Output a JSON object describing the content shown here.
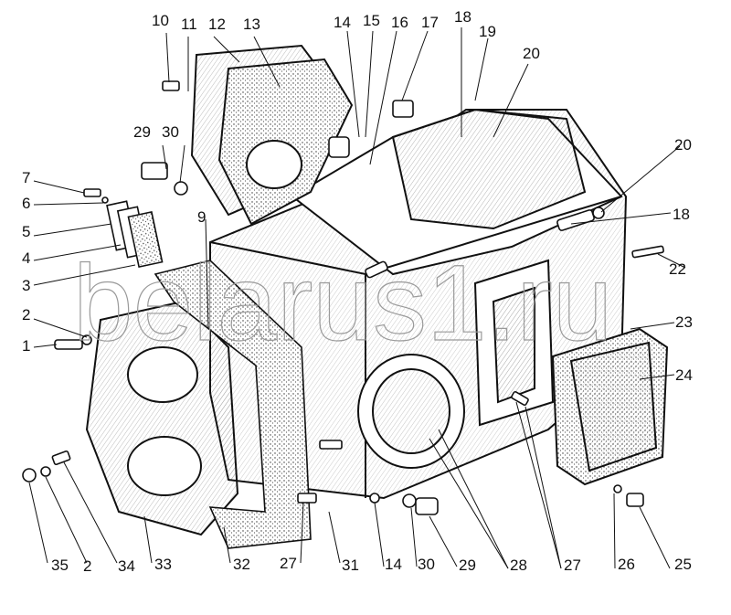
{
  "figure": {
    "subject": "Transmission housing exploded view",
    "watermark": "belarus1.ru",
    "callouts": [
      "10",
      "11",
      "12",
      "13",
      "14",
      "15",
      "16",
      "17",
      "18",
      "19",
      "20",
      "29",
      "30",
      "7",
      "6",
      "5",
      "4",
      "3",
      "9",
      "2",
      "1",
      "20",
      "18",
      "22",
      "23",
      "24",
      "35",
      "2",
      "34",
      "33",
      "32",
      "27",
      "31",
      "14",
      "30",
      "29",
      "28",
      "27",
      "26",
      "25"
    ]
  }
}
